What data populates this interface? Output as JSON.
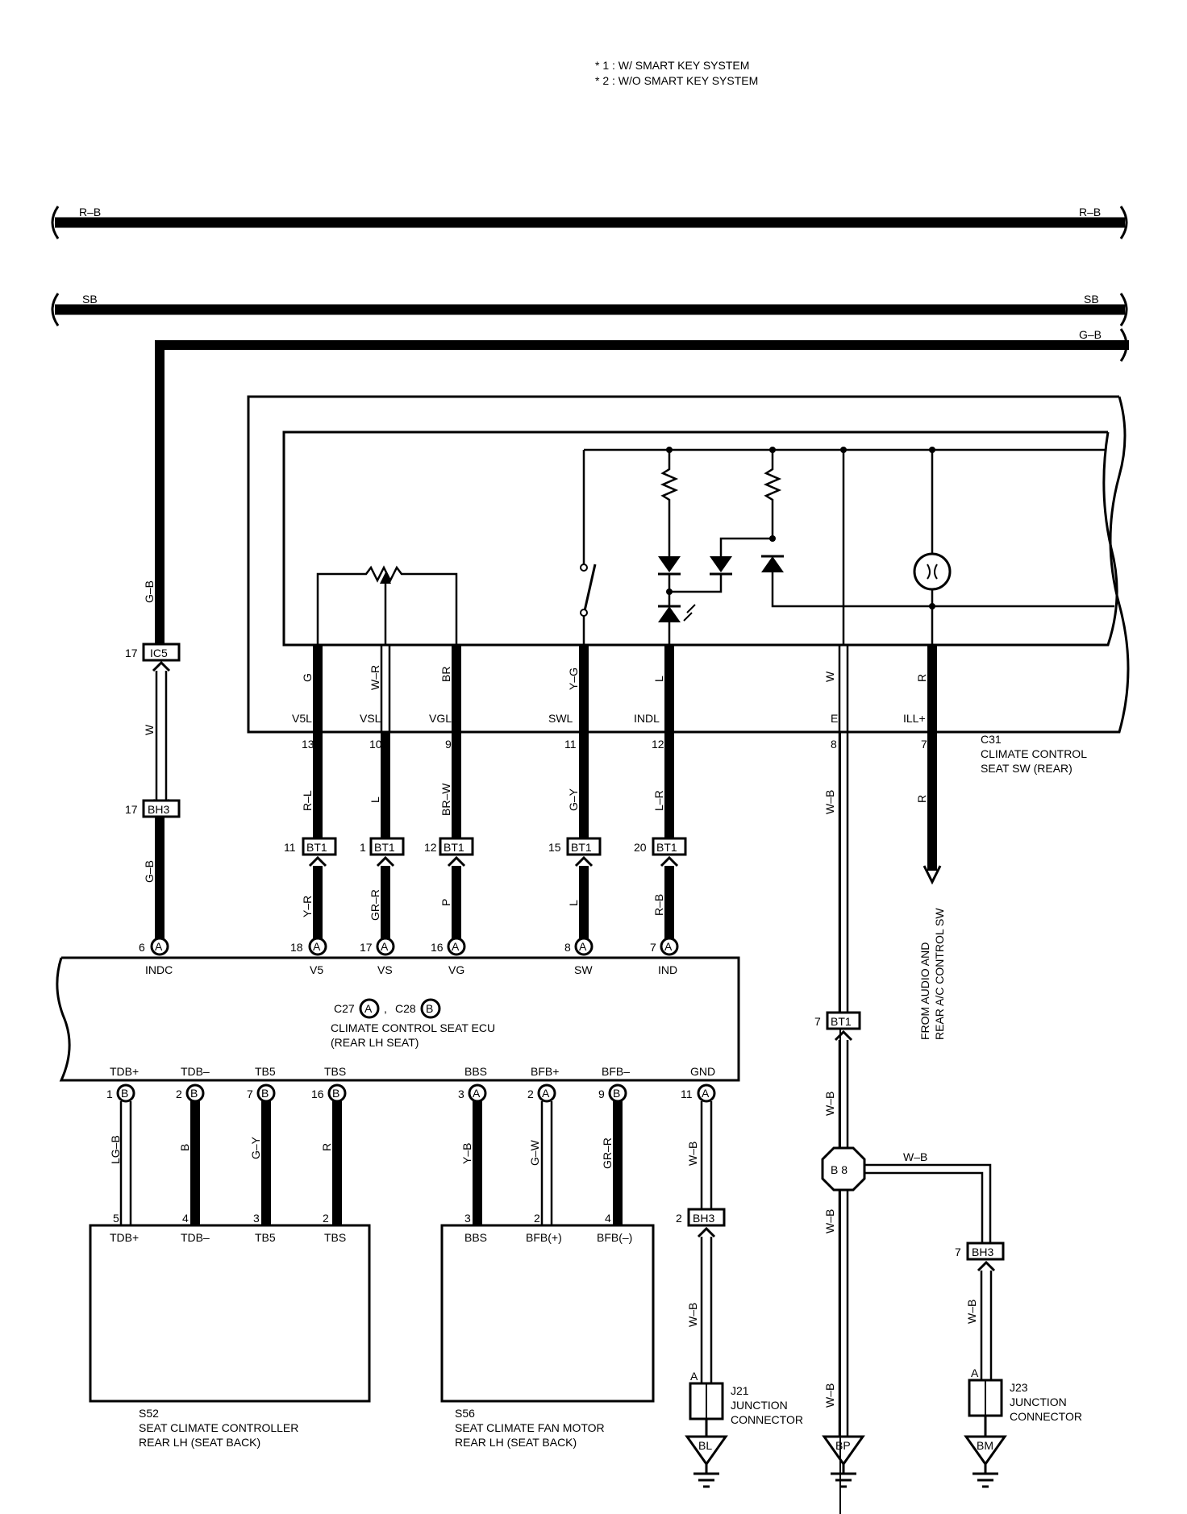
{
  "notes": [
    "* 1 : W/ SMART KEY SYSTEM",
    "* 2 : W/O SMART KEY SYSTEM"
  ],
  "buses": {
    "rb": "R–B",
    "sb": "SB",
    "gb": "G–B"
  },
  "switch_unit": {
    "code": "C31",
    "name": [
      "CLIMATE CONTROL",
      "SEAT SW (REAR)"
    ],
    "terminals": [
      "V5L",
      "VSL",
      "VGL",
      "SWL",
      "INDL",
      "E",
      "ILL+"
    ],
    "pins": [
      "13",
      "10",
      "9",
      "11",
      "12",
      "8",
      "7"
    ],
    "inner_wires": [
      "G",
      "W–R",
      "BR",
      "Y–G",
      "L",
      "W",
      "R"
    ],
    "outer_wires": [
      "R–L",
      "L",
      "BR–W",
      "G–Y",
      "L–R",
      "W–B",
      "R"
    ]
  },
  "bt1_connectors": {
    "label": "BT1",
    "pins": [
      "11",
      "1",
      "12",
      "15",
      "20",
      "7"
    ]
  },
  "ecu_wires": [
    "Y–R",
    "GR–R",
    "P",
    "L",
    "R–B"
  ],
  "left_line": {
    "ic5": {
      "label": "IC5",
      "pin": "17"
    },
    "bh3": {
      "label": "BH3",
      "pin": "17"
    },
    "wires": [
      "G–B",
      "W",
      "G–B"
    ]
  },
  "from_label": [
    "FROM AUDIO AND",
    "REAR A/C CONTROL SW"
  ],
  "ecu": {
    "conn_a": "A",
    "conn_b": "B",
    "codes": [
      "C27",
      "C28"
    ],
    "comma": ",",
    "name": [
      "CLIMATE CONTROL SEAT ECU",
      "(REAR LH SEAT)"
    ],
    "top_terminals": [
      "INDC",
      "V5",
      "VS",
      "VG",
      "SW",
      "IND"
    ],
    "top_pins": [
      "6",
      "18",
      "17",
      "16",
      "8",
      "7"
    ],
    "bottom_terminals": [
      "TDB+",
      "TDB–",
      "TB5",
      "TBS",
      "BBS",
      "BFB+",
      "BFB–",
      "GND"
    ],
    "bottom_pins": [
      "1",
      "2",
      "7",
      "16",
      "3",
      "2",
      "9",
      "11"
    ],
    "bottom_conn": [
      "B",
      "B",
      "B",
      "B",
      "A",
      "A",
      "B",
      "A"
    ]
  },
  "bottom_wires": [
    "LG–B",
    "B",
    "G–Y",
    "R",
    "Y–B",
    "G–W",
    "GR–R",
    "W–B"
  ],
  "s52": {
    "code": "S52",
    "name": [
      "SEAT CLIMATE CONTROLLER",
      "REAR LH (SEAT BACK)"
    ],
    "terminals": [
      "TDB+",
      "TDB–",
      "TB5",
      "TBS"
    ],
    "pins": [
      "5",
      "4",
      "3",
      "2"
    ]
  },
  "s56": {
    "code": "S56",
    "name": [
      "SEAT CLIMATE FAN MOTOR",
      "REAR LH (SEAT BACK)"
    ],
    "terminals": [
      "BBS",
      "BFB(+)",
      "BFB(–)"
    ],
    "pins": [
      "3",
      "2",
      "4"
    ]
  },
  "gnd_line": {
    "bh3": {
      "label": "BH3",
      "pin": "2"
    },
    "wire": "W–B",
    "junction": {
      "code": "J21",
      "name": [
        "JUNCTION",
        "CONNECTOR"
      ],
      "pin": "A"
    },
    "ground": "BL"
  },
  "e_line": {
    "bt1": {
      "label": "BT1",
      "pin": "7"
    },
    "wires": [
      "W–B",
      "W–B",
      "W–B"
    ],
    "splice": "B 8",
    "ground": "BP"
  },
  "branch": {
    "wire": "W–B",
    "bh3": {
      "label": "BH3",
      "pin": "7"
    },
    "wire2": "W–B",
    "junction": {
      "code": "J23",
      "name": [
        "JUNCTION",
        "CONNECTOR"
      ],
      "pin": "A"
    },
    "ground": "BM"
  }
}
